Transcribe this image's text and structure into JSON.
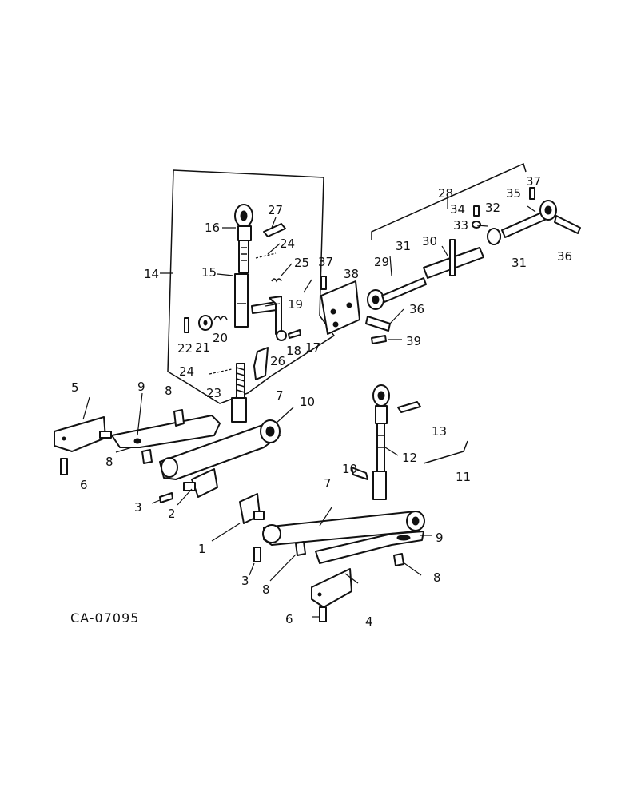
{
  "drawing_code": "CA-07095",
  "callouts": {
    "c1": "1",
    "c2": "2",
    "c3a": "3",
    "c3b": "3",
    "c4": "4",
    "c5": "5",
    "c6a": "6",
    "c6b": "6",
    "c7a": "7",
    "c7b": "7",
    "c8a": "8",
    "c8b": "8",
    "c8c": "8",
    "c8d": "8",
    "c9a": "9",
    "c9b": "9",
    "c10a": "10",
    "c10b": "10",
    "c11": "11",
    "c12": "12",
    "c13": "13",
    "c14": "14",
    "c15": "15",
    "c16": "16",
    "c17": "17",
    "c18": "18",
    "c19": "19",
    "c20": "20",
    "c21": "21",
    "c22": "22",
    "c23": "23",
    "c24a": "24",
    "c24b": "24",
    "c25": "25",
    "c26": "26",
    "c27": "27",
    "c28": "28",
    "c29": "29",
    "c30": "30",
    "c31a": "31",
    "c31b": "31",
    "c32": "32",
    "c33": "33",
    "c34": "34",
    "c35": "35",
    "c36a": "36",
    "c36b": "36",
    "c37a": "37",
    "c37b": "37",
    "c38": "38",
    "c39": "39"
  }
}
